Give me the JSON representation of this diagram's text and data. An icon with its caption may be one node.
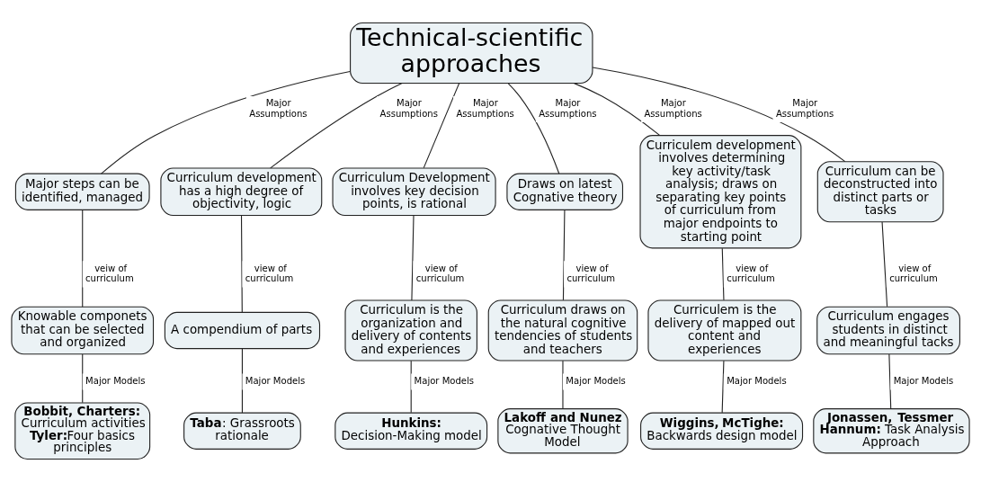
{
  "diagram": {
    "nodes": [
      {
        "text": [
          "Technical-scientific approaches"
        ]
      },
      {
        "text": [
          "Major steps can be identified, managed"
        ]
      },
      {
        "text": [
          "Curriculum development has a high degree of objectivity, logic"
        ]
      },
      {
        "text": [
          "Curriculum Development involves key decision points, is rational"
        ]
      },
      {
        "text": [
          "Draws on latest Cognative theory"
        ]
      },
      {
        "text": [
          "Curriculem development involves determining key activity/task analysis; draws on separating key points of curriculum from major endpoints to starting point"
        ]
      },
      {
        "text": [
          "Curriculum can be deconstructed into distinct parts or tasks"
        ]
      },
      {
        "text": [
          "Knowable componets that can be selected and organized"
        ]
      },
      {
        "text": [
          "A compendium of parts"
        ]
      },
      {
        "text": [
          "Curriculum is the organization and delivery of contents and experiences"
        ]
      },
      {
        "text": [
          "Curriculum draws on the natural cognitive tendencies of students and teachers"
        ]
      },
      {
        "text": [
          "Curriculem is the delivery of mapped out content and experiences"
        ]
      },
      {
        "text": [
          "Curriculum engages students in distinct and meaningful tacks"
        ]
      },
      {
        "text": [
          "**Bobbit, Charters:** Curriculum activities **Tyler:**Four basics principles"
        ]
      },
      {
        "text": [
          "**Taba**: Grassroots rationale"
        ]
      },
      {
        "text": [
          "**Hunkins:** Decision-Making model"
        ]
      },
      {
        "text": [
          "**Lakoff and Nunez** Cognative Thought Model"
        ]
      },
      {
        "text": [
          "**Wiggins, McTighe:** Backwards design model"
        ]
      },
      {
        "text": [
          "**Jonassen, Tessmer Hannum:** Task Analysis Approach"
        ]
      }
    ],
    "edges": [
      {
        "from": 0,
        "to": 1,
        "arrow": "none",
        "label": "Major Assumptions"
      },
      {
        "from": 0,
        "to": 2,
        "arrow": "none",
        "label": "Major Assumptions"
      },
      {
        "from": 0,
        "to": 3,
        "arrow": "none",
        "label": "Major Assumptions"
      },
      {
        "from": 0,
        "to": 4,
        "arrow": "none",
        "label": "Major Assumptions"
      },
      {
        "from": 0,
        "to": 5,
        "arrow": "none",
        "label": "Major Assumptions"
      },
      {
        "from": 0,
        "to": 6,
        "arrow": "none",
        "label": "Major Assumptions"
      },
      {
        "from": 1,
        "to": 7,
        "arrow": "none",
        "label": "veiw of curriculum"
      },
      {
        "from": 2,
        "to": 8,
        "arrow": "none",
        "label": "view of curriculum"
      },
      {
        "from": 3,
        "to": 9,
        "arrow": "none",
        "label": "view of curriculum"
      },
      {
        "from": 4,
        "to": 10,
        "arrow": "none",
        "label": "view of curriculum"
      },
      {
        "from": 5,
        "to": 11,
        "arrow": "none",
        "label": "view of curriculum"
      },
      {
        "from": 6,
        "to": 12,
        "arrow": "none",
        "label": "view of curriculum"
      },
      {
        "from": 7,
        "to": 13,
        "arrow": "none",
        "label": "Major Models"
      },
      {
        "from": 8,
        "to": 14,
        "arrow": "none",
        "label": "Major Models"
      },
      {
        "from": 9,
        "to": 15,
        "arrow": "none",
        "label": "Major Models"
      },
      {
        "from": 10,
        "to": 16,
        "arrow": "none",
        "label": "Major Models"
      },
      {
        "from": 11,
        "to": 17,
        "arrow": "none",
        "label": "Major Models"
      },
      {
        "from": 12,
        "to": 18,
        "arrow": "none",
        "label": "Major Models"
      }
    ]
  }
}
